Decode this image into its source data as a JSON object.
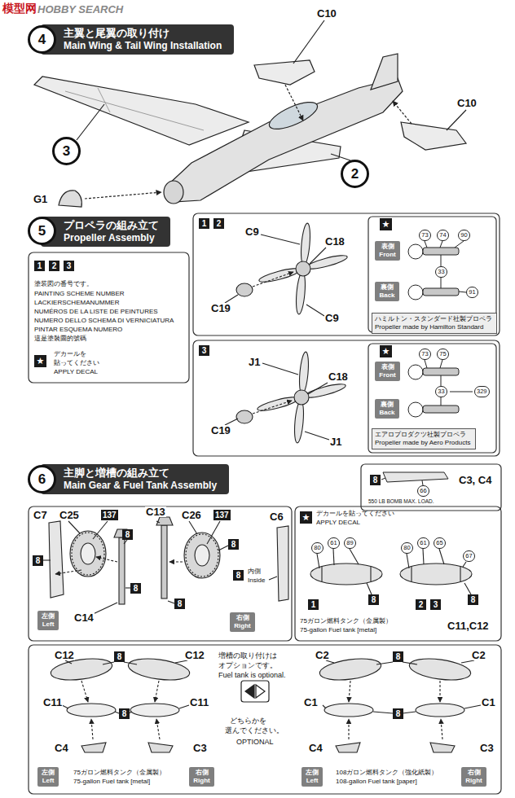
{
  "diagram": {
    "nodes": [
      {
        "text": [
          "4"
        ]
      },
      {
        "text": [
          "主翼と尾翼の取り付け",
          "Main Wing & Tail Wing Installation"
        ]
      },
      {
        "text": [
          "3"
        ]
      },
      {
        "text": [
          "2"
        ]
      },
      {
        "text": [
          "5"
        ]
      },
      {
        "text": [
          "プロペラの組み立て",
          "Propeller Assembly"
        ]
      },
      {
        "text": [
          "表側",
          "Front"
        ]
      },
      {
        "text": [
          "裏側",
          "Back"
        ]
      },
      {
        "text": [
          "ハミルトン・スタンダード社製プロペラ",
          "Propeller made by Hamilton Standard"
        ]
      },
      {
        "text": [
          "表側",
          "Front"
        ]
      },
      {
        "text": [
          "裏側",
          "Back"
        ]
      },
      {
        "text": [
          "エアロプロダクツ社製プロペラ",
          "Propeller made by Aero Products"
        ]
      },
      {
        "text": [
          "6"
        ]
      },
      {
        "text": [
          "主脚と増槽の組み立て",
          "Main Gear & Fuel Tank Assembly"
        ]
      },
      {
        "text": [
          "左側",
          "Left"
        ]
      },
      {
        "text": [
          "右側",
          "Right"
        ]
      },
      {
        "text": [
          "左側",
          "Left"
        ]
      },
      {
        "text": [
          "右側",
          "Right"
        ]
      },
      {
        "text": [
          "左側",
          "Left"
        ]
      },
      {
        "text": [
          "右側",
          "Right"
        ]
      }
    ],
    "labels": [
      "模型网",
      "HOBBY SEARCH",
      "C10",
      "C10",
      "G1",
      "1",
      "2",
      "3",
      "塗装図の番号です。",
      "PAINTING SCHEME NUMBER",
      "LACKIERSCHEMANUMMER",
      "NUMÉROS DE LA LISTE DE PEINTURES",
      "NUMERO DELLO SCHEMA DI VERNICIATURA",
      "PINTAR ESQUEMA NUMERO",
      "這是塗裝圖的號碼",
      "★",
      "デカールを",
      "貼ってください",
      "APPLY DECAL",
      "1",
      "2",
      "C9",
      "C18",
      "C19",
      "C9",
      "★",
      "73",
      "74",
      "90",
      "33",
      "91",
      "3",
      "J1",
      "C18",
      "C19",
      "J1",
      "★",
      "73",
      "75",
      "33",
      "329",
      "550 LB BOMB MAX. LOAD.",
      "8",
      "66",
      "C3, C4",
      "C7",
      "C25",
      "137",
      "8",
      "8",
      "8",
      "C14",
      "C13",
      "C26",
      "137",
      "8",
      "C6",
      "8",
      "内側",
      "Inside",
      "8",
      "★",
      "デカールを貼ってください",
      "APPLY DECAL",
      "80",
      "61",
      "89",
      "1",
      "8",
      "80",
      "61",
      "65",
      "67",
      "8",
      "2",
      "3",
      "75ガロン燃料タンク（金属製）",
      "75-gallon Fuel tank [metal]",
      "C11,C12",
      "C12",
      "8",
      "C12",
      "C11",
      "8",
      "C11",
      "C4",
      "C3",
      "75ガロン燃料タンク（金属製）",
      "75-gallon Fuel tank [metal]",
      "増槽の取り付けは",
      "オプションです。",
      "Fuel tank is optional.",
      "どちらかを",
      "選んでください。",
      "OPTIONAL",
      "C2",
      "8",
      "C2",
      "C1",
      "8",
      "C1",
      "C4",
      "C3",
      "108ガロン燃料タンク（強化紙製）",
      "108-gallon Fuel tank [paper]"
    ]
  }
}
